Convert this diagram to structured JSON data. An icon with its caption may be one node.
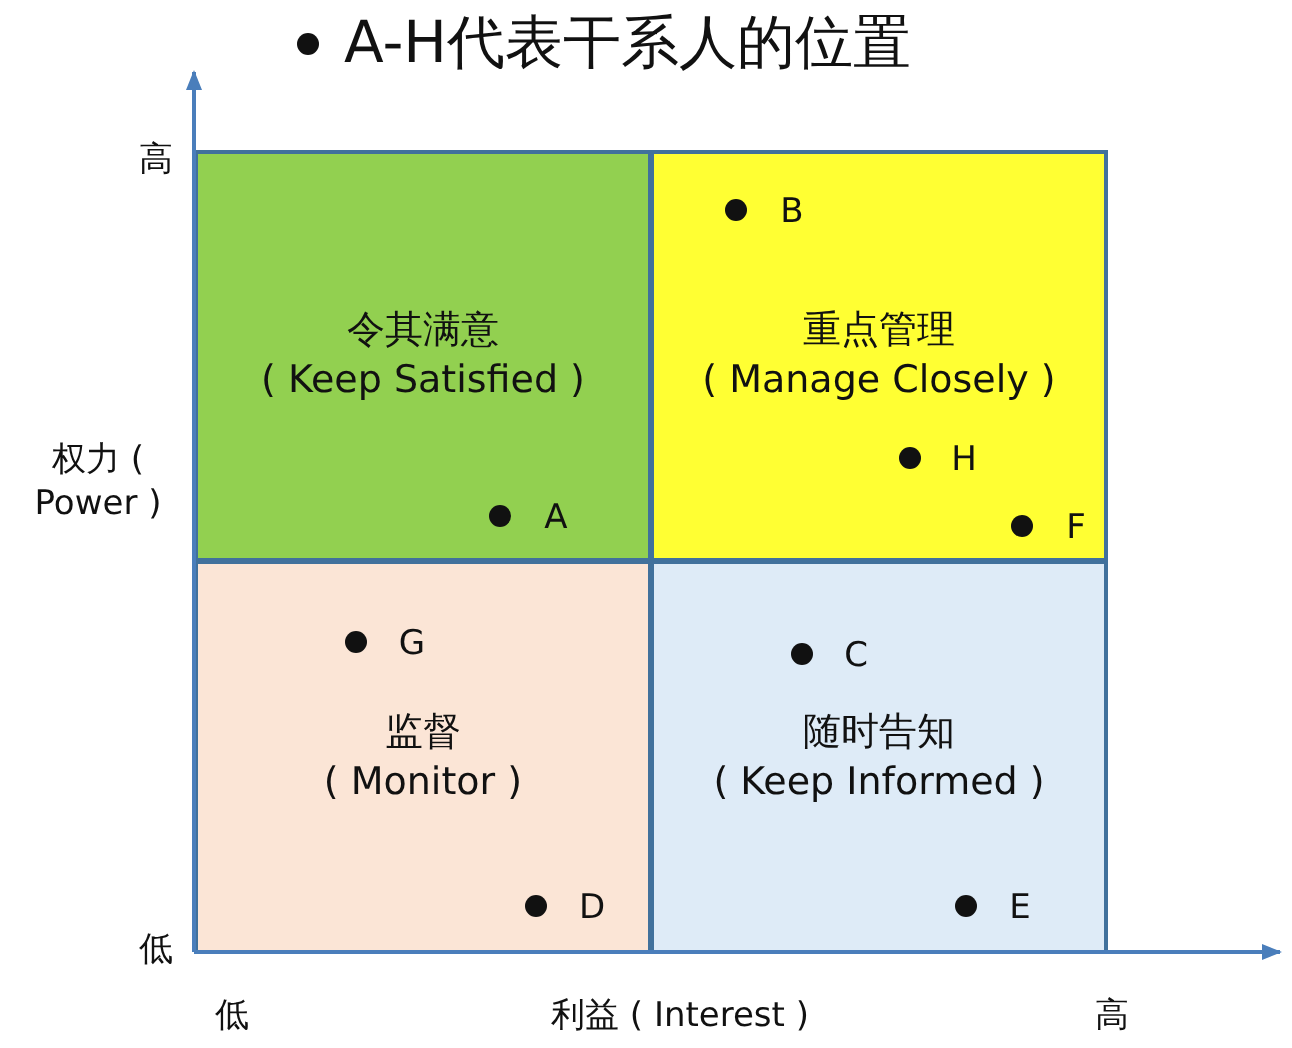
{
  "diagram": {
    "title": "A-H代表干系人的位置",
    "nodes": [
      {
        "text": [
          "令其满意",
          "( Keep Satisfied )"
        ]
      },
      {
        "text": [
          "重点管理",
          "( Manage Closely )"
        ]
      },
      {
        "text": [
          "监督",
          "( Monitor )"
        ]
      },
      {
        "text": [
          "随时告知",
          "( Keep Informed )"
        ]
      }
    ],
    "edges": [],
    "labels": [
      "高",
      "B",
      "H",
      "权力 ( Power )",
      "A",
      "F",
      "G",
      "C",
      "D",
      "E",
      "低",
      "低",
      "利益 ( Interest )",
      "高"
    ]
  }
}
